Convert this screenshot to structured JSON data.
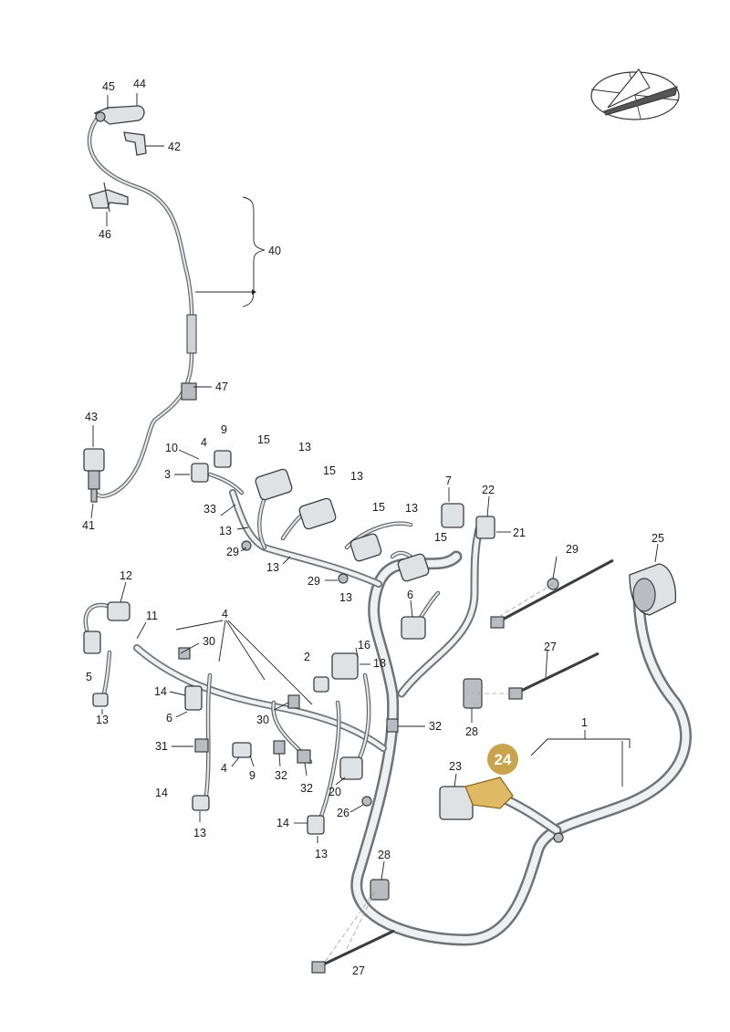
{
  "diagram": {
    "highlight": {
      "label": "24",
      "color": "#c9a44c"
    },
    "callouts": {
      "c45": "45",
      "c44": "44",
      "c42": "42",
      "c46": "46",
      "c40": "40",
      "c47": "47",
      "c43": "43",
      "c41": "41",
      "c10": "10",
      "c4a": "4",
      "c9a": "9",
      "c3": "3",
      "c33": "33",
      "c15a": "15",
      "c13a": "13",
      "c15b": "15",
      "c13b": "13",
      "c13c": "13",
      "c15c": "15",
      "c13d": "13",
      "c29a": "29",
      "c13e": "13",
      "c29b": "29",
      "c13f": "13",
      "c15d": "15",
      "c7": "7",
      "c22": "22",
      "c21": "21",
      "c6a": "6",
      "c29c": "29",
      "c25": "25",
      "c12": "12",
      "c11": "11",
      "c5": "5",
      "c13g": "13",
      "c4b": "4",
      "c30a": "30",
      "c14a": "14",
      "c6b": "6",
      "c30b": "30",
      "c2": "2",
      "c16": "16",
      "c18": "18",
      "c27a": "27",
      "c32a": "32",
      "c28a": "28",
      "c1": "1",
      "c31": "31",
      "c4c": "4",
      "c9b": "9",
      "c32b": "32",
      "c32c": "32",
      "c20": "20",
      "c23": "23",
      "c14b": "14",
      "c13h": "13",
      "c26": "26",
      "c14c": "14",
      "c13i": "13",
      "c28b": "28",
      "c27b": "27"
    }
  }
}
